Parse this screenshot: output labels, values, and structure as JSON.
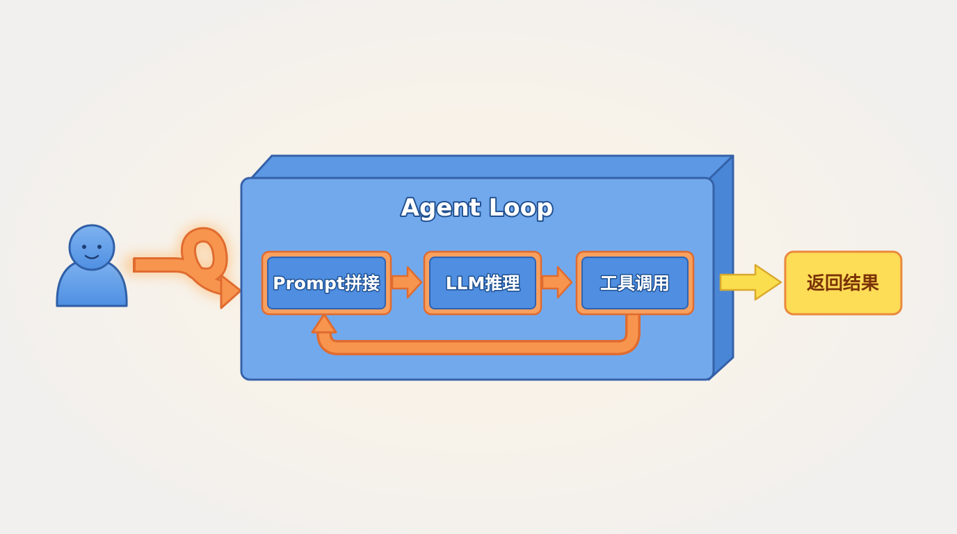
{
  "loop": {
    "title": "Agent Loop"
  },
  "steps": [
    {
      "label": "Prompt拼接"
    },
    {
      "label": "LLM推理"
    },
    {
      "label": "工具调用"
    }
  ],
  "result": {
    "label": "返回结果"
  },
  "icons": {
    "user": "user-icon"
  },
  "colors": {
    "loop_fill": "#72a9ec",
    "loop_side": "#4a86d6",
    "loop_border": "#3561a8",
    "step_fill": "#4f8ee0",
    "step_border": "#f08a4a",
    "arrow_orange": "#f5894a",
    "result_fill": "#fddc56",
    "result_border": "#e9893d",
    "result_arrow": "#fbde4e",
    "user": "#6aa3ea"
  }
}
